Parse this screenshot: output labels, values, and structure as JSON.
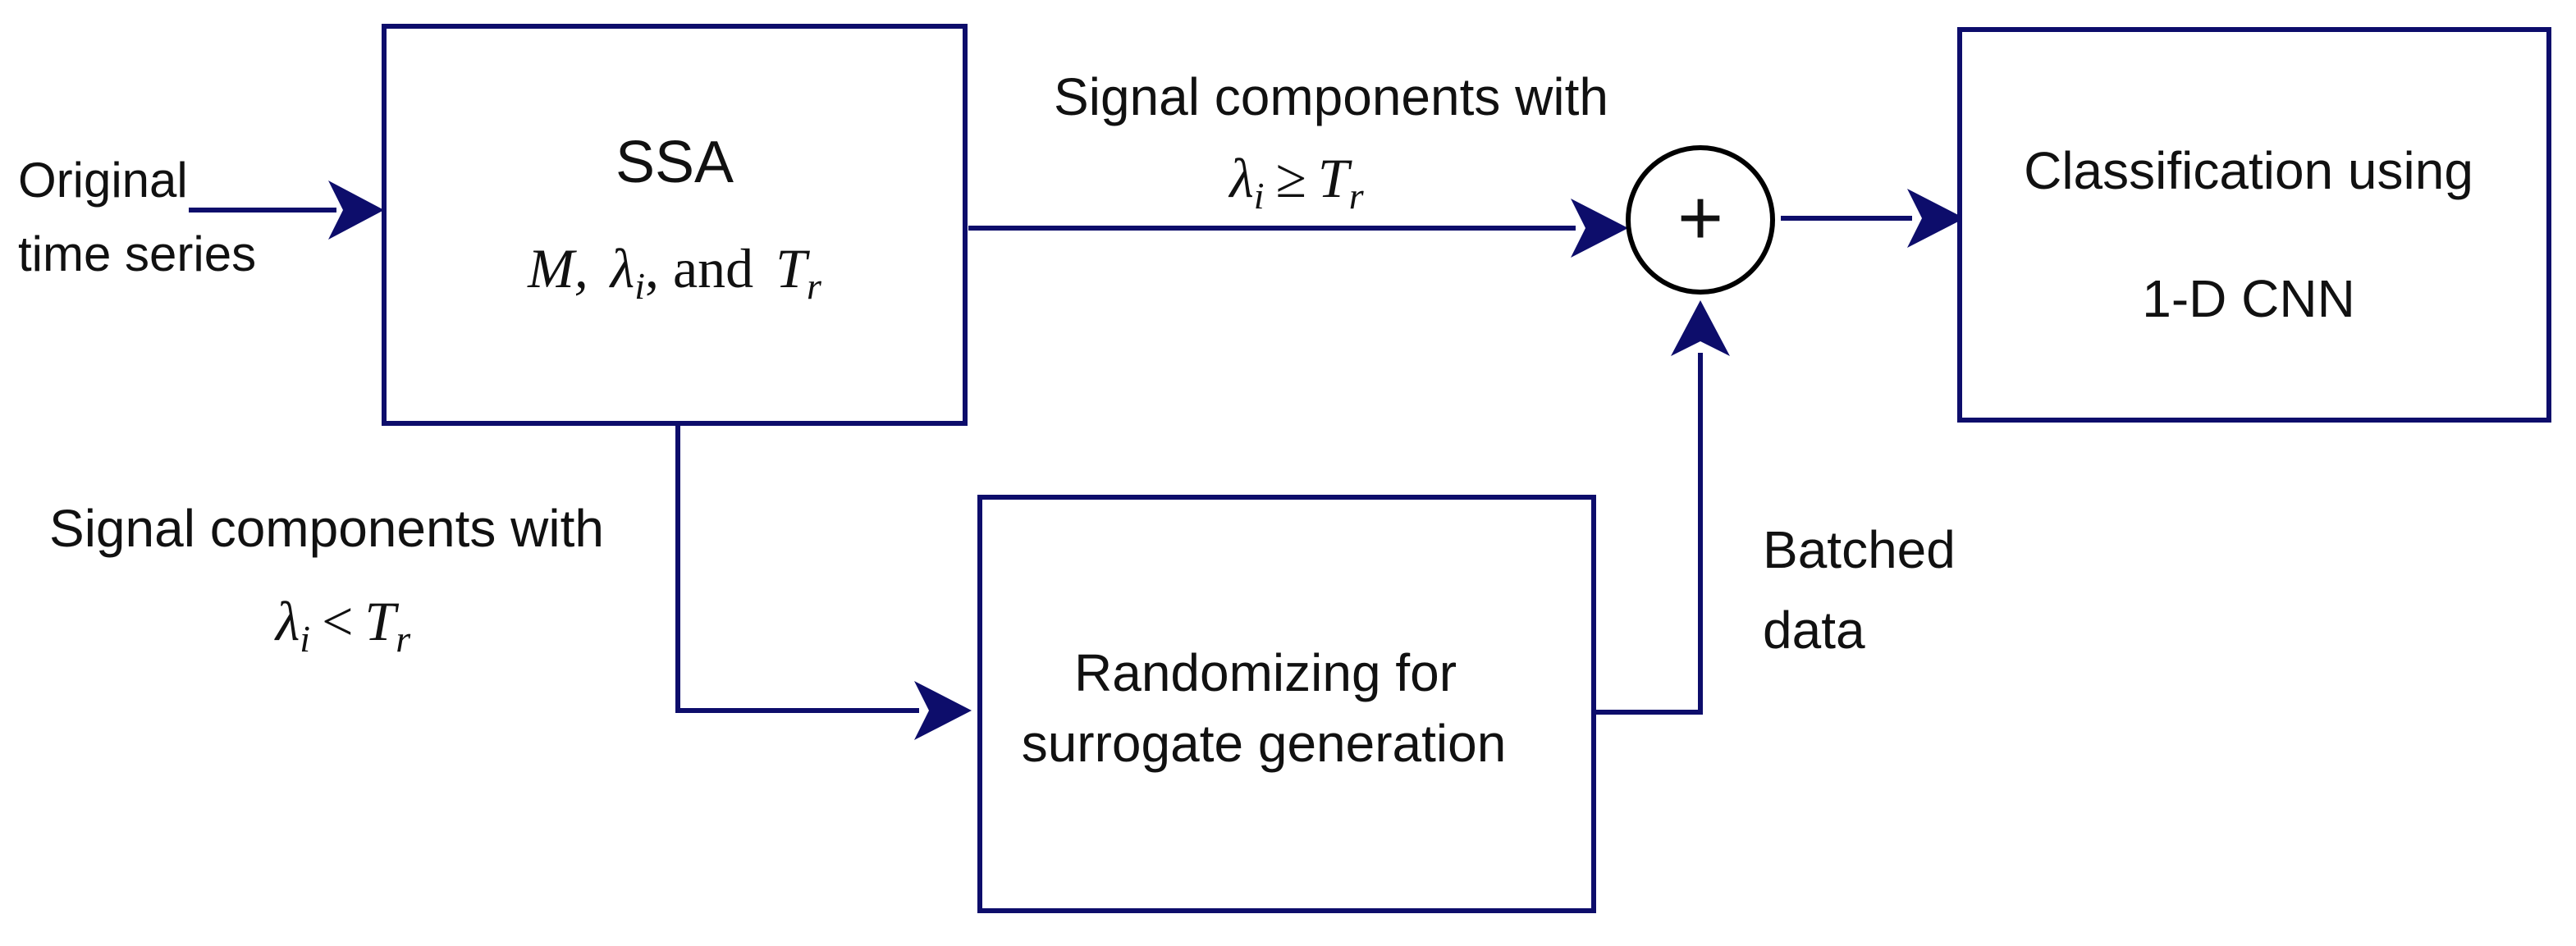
{
  "input": {
    "line1": "Original",
    "line2": "time series"
  },
  "ssa_block": {
    "title": "SSA",
    "params": {
      "m": "M,",
      "lambda": "λ",
      "lambda_sub": "i",
      "and": ", and",
      "t": "T",
      "t_sub": "r"
    }
  },
  "upper_path": {
    "line1": "Signal components with",
    "lambda": "λ",
    "lambda_sub": "i",
    "operator": "≥",
    "t": "T",
    "t_sub": "r"
  },
  "lower_path": {
    "line1": "Signal components with",
    "lambda": "λ",
    "lambda_sub": "i",
    "operator": "<",
    "t": "T",
    "t_sub": "r"
  },
  "summation": {
    "symbol": "+"
  },
  "surrogate_block": {
    "line1": "Randomizing for",
    "line2": "surrogate generation"
  },
  "batched": {
    "line1": "Batched",
    "line2": "data"
  },
  "classifier_block": {
    "line1": "Classification using",
    "line2": "1-D CNN"
  },
  "colors": {
    "arrow": "#0d0d6b",
    "box_border": "#0d0d6b",
    "text": "#111111"
  }
}
